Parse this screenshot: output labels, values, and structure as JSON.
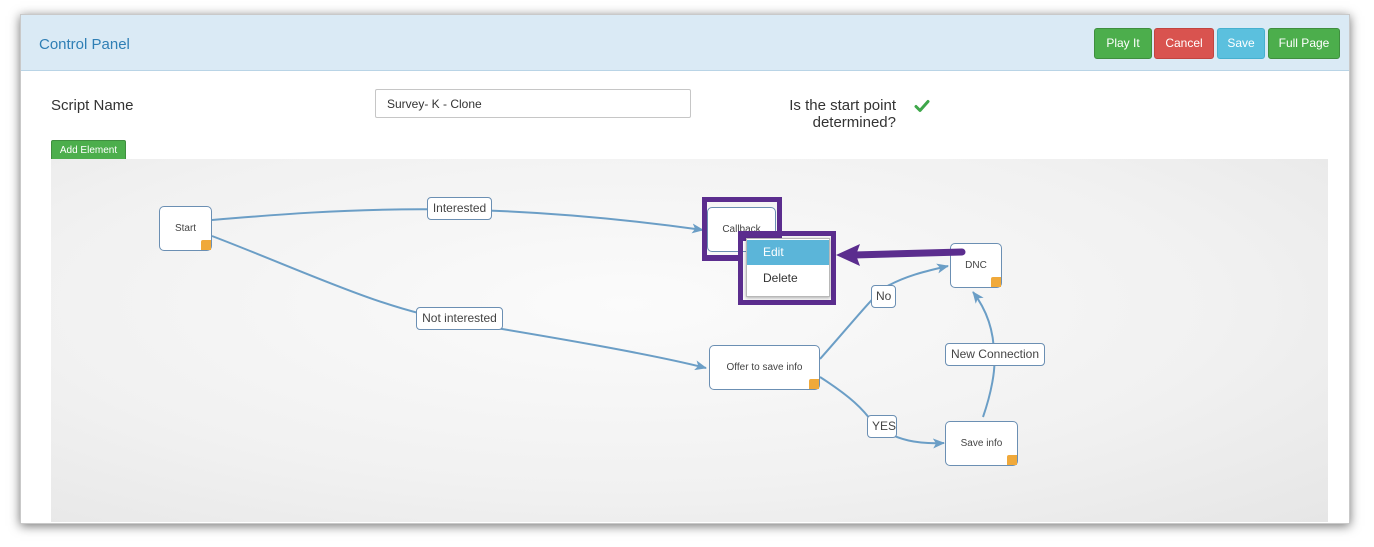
{
  "header": {
    "title": "Control Panel",
    "buttons": {
      "play": "Play It",
      "cancel": "Cancel",
      "save": "Save",
      "full_page": "Full Page"
    }
  },
  "form": {
    "script_name_label": "Script Name",
    "script_name_value": "Survey- K - Clone",
    "start_point_question": "Is the start point determined?",
    "start_point_determined": true
  },
  "toolbar": {
    "add_element": "Add Element"
  },
  "flow": {
    "nodes": {
      "start": "Start",
      "callback": "Callback",
      "offer": "Offer to save info",
      "dnc": "DNC",
      "save_info": "Save info"
    },
    "edges": {
      "interested": "Interested",
      "not_interested": "Not interested",
      "no": "No",
      "yes": "YES",
      "new_connection": "New Connection"
    }
  },
  "context_menu": {
    "edit": "Edit",
    "delete": "Delete"
  },
  "colors": {
    "play": "#4cae4c",
    "cancel": "#d9534f",
    "save": "#5bc0de",
    "full_page": "#4cae4c",
    "highlight": "#5b2d8e",
    "edge": "#6b9ec6",
    "menu_selected": "#5bb5d9"
  },
  "icons": {
    "check": "check-icon",
    "arrow": "annotation-arrow"
  }
}
